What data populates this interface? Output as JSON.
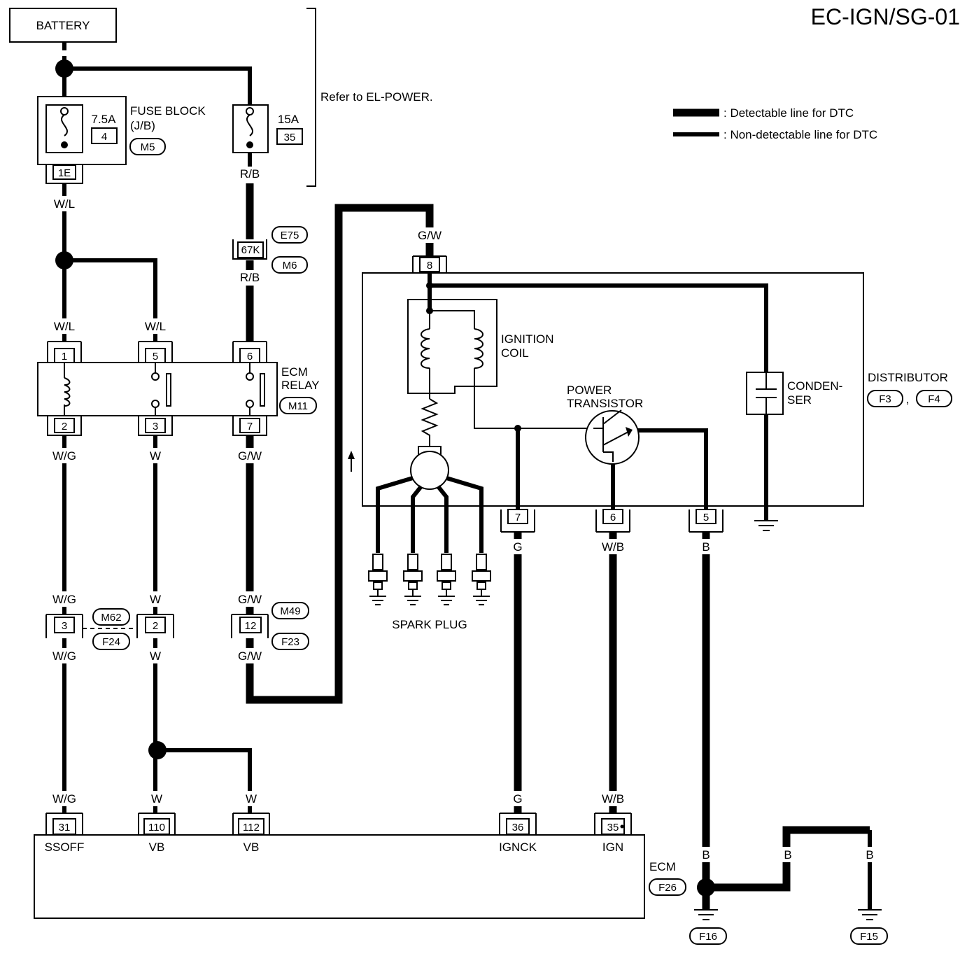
{
  "title": "EC-IGN/SG-01",
  "note": "Refer to EL-POWER.",
  "legend": {
    "detectable": ": Detectable line for DTC",
    "non_detectable": ": Non-detectable line for DTC"
  },
  "battery": "BATTERY",
  "fuse_block": {
    "label1": "FUSE BLOCK",
    "label2": "(J/B)",
    "connector": "M5",
    "fuse1_rating": "7.5A",
    "fuse1_no": "4",
    "fuse2_rating": "15A",
    "fuse2_no": "35",
    "term": "1E"
  },
  "wire_colors": {
    "wl": "W/L",
    "rb": "R/B",
    "gw": "G/W",
    "wg": "W/G",
    "w": "W",
    "g": "G",
    "wb": "W/B",
    "b": "B"
  },
  "connectors": {
    "e75": "E75",
    "m6": "M6",
    "c67k": "67K",
    "m62": "M62",
    "f24": "F24",
    "m49": "M49",
    "f23": "F23",
    "f16": "F16",
    "f15": "F15"
  },
  "ecm_relay": {
    "label1": "ECM",
    "label2": "RELAY",
    "connector": "M11",
    "pins": [
      "1",
      "5",
      "6",
      "2",
      "3",
      "7"
    ]
  },
  "joint_pins": [
    "3",
    "2",
    "12"
  ],
  "distributor": {
    "label": "DISTRIBUTOR",
    "conn1": "F3",
    "sep": ",",
    "conn2": "F4",
    "ignition_coil1": "IGNITION",
    "ignition_coil2": "COIL",
    "power_transistor1": "POWER",
    "power_transistor2": "TRANSISTOR",
    "condenser1": "CONDEN-",
    "condenser2": "SER",
    "spark_plug": "SPARK PLUG",
    "pins": [
      "8",
      "7",
      "6",
      "5"
    ]
  },
  "ecm": {
    "label": "ECM",
    "connector": "F26",
    "terminals": [
      {
        "pin": "31",
        "name": "SSOFF"
      },
      {
        "pin": "110",
        "name": "VB"
      },
      {
        "pin": "112",
        "name": "VB"
      },
      {
        "pin": "36",
        "name": "IGNCK"
      },
      {
        "pin": "35",
        "name": "IGN"
      }
    ]
  }
}
